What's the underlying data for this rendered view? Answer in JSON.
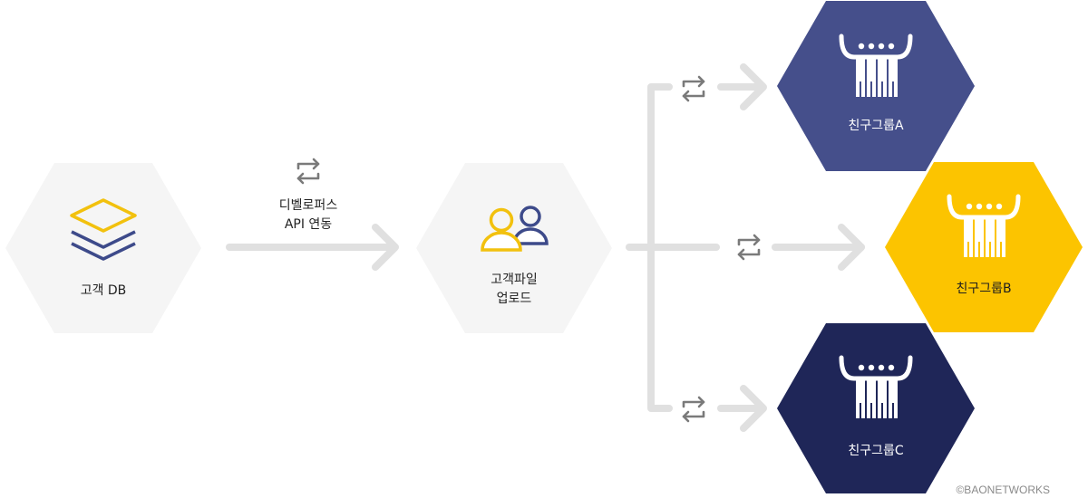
{
  "nodes": {
    "customer_db": {
      "label": "고객 DB"
    },
    "upload": {
      "line1": "고객파일",
      "line2": "업로드"
    },
    "group_a": {
      "label": "친구그룹A"
    },
    "group_b": {
      "label": "친구그룹B"
    },
    "group_c": {
      "label": "친구그룹C"
    }
  },
  "connector": {
    "line1": "디벨로퍼스",
    "line2": "API 연동"
  },
  "credit": "©BAONETWORKS",
  "colors": {
    "gray_hex": "#f5f5f5",
    "arrow": "#e0e0e0",
    "sync_icon": "#7a7a7a",
    "group_a": "#454f8b",
    "group_b": "#fcc400",
    "group_c": "#1f2658",
    "layers_gold": "#f2c10e",
    "layers_navy": "#3d4a8a"
  },
  "icons": {
    "db": "layers-icon",
    "upload": "users-icon",
    "groups": "group-people-icon",
    "sync": "sync-icon"
  }
}
